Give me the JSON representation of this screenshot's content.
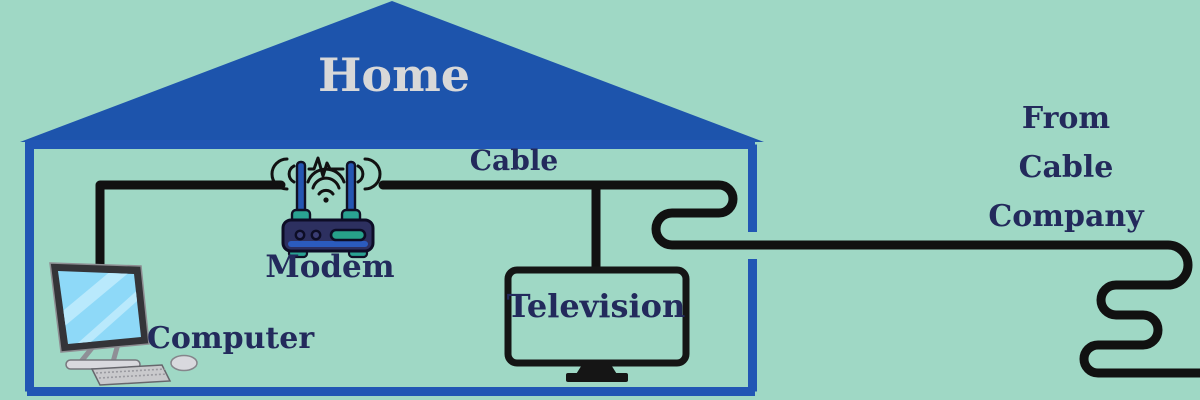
{
  "labels": {
    "home": "Home",
    "cable": "Cable",
    "modem": "Modem",
    "computer": "Computer",
    "television": "Television",
    "source_line1": "From",
    "source_line2": "Cable",
    "source_line3": "Company"
  },
  "icons": {
    "modem": "router-modem-icon",
    "computer": "desktop-computer-icon",
    "television": "tv-icon",
    "wifi": "wifi-waves-icon",
    "signal_left": "signal-arcs-left-icon",
    "signal_right": "signal-arcs-right-icon",
    "pulse": "pulse-line-icon",
    "house": "house-outline-icon"
  },
  "colors": {
    "background": "#9fd8c5",
    "roof_blue": "#1d54ac",
    "wall_blue": "#2156b4",
    "cable_black": "#111111",
    "label_navy": "#232a5c",
    "home_text_gray": "#d8d8d8",
    "modem_body_navy": "#2d3060",
    "antenna_blue": "#2456b2",
    "teal_accent": "#2aa392",
    "screen_blue": "#8ed9f8"
  }
}
